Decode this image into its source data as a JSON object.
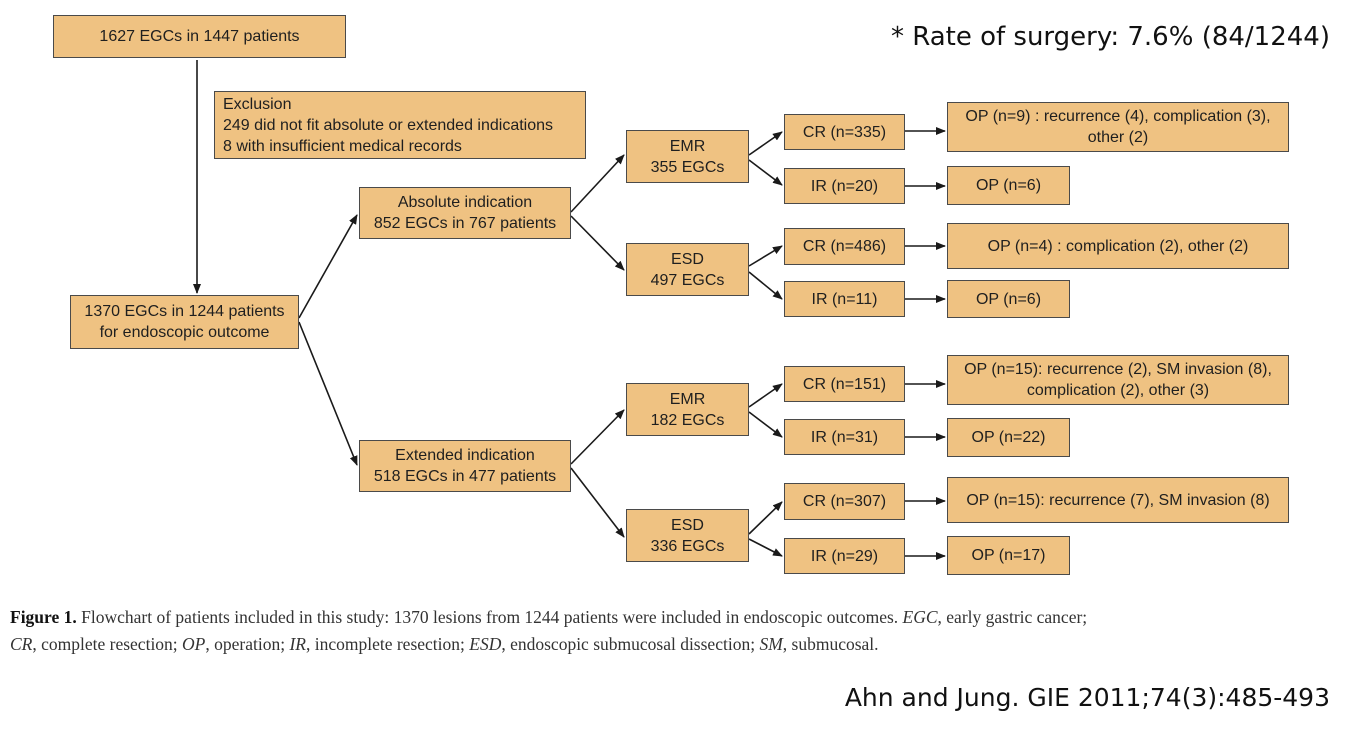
{
  "rate_of_surgery": "* Rate of surgery: 7.6% (84/1244)",
  "colors": {
    "box_fill": "#efc282",
    "box_border": "#4a4a4a",
    "arrow": "#1a1a1a"
  },
  "boxes": {
    "start": "1627 EGCs in 1447 patients",
    "exclusion": {
      "title": "Exclusion",
      "line1": "249 did not fit absolute or extended indications",
      "line2": "8 with insufficient medical records"
    },
    "endoscopic": {
      "line1": "1370 EGCs in 1244 patients",
      "line2": "for endoscopic outcome"
    },
    "absolute": {
      "line1": "Absolute indication",
      "line2": "852 EGCs in 767 patients"
    },
    "extended": {
      "line1": "Extended indication",
      "line2": "518 EGCs in 477 patients"
    },
    "abs_emr": {
      "line1": "EMR",
      "line2": "355 EGCs"
    },
    "abs_esd": {
      "line1": "ESD",
      "line2": "497 EGCs"
    },
    "ext_emr": {
      "line1": "EMR",
      "line2": "182 EGCs"
    },
    "ext_esd": {
      "line1": "ESD",
      "line2": "336 EGCs"
    },
    "abs_emr_cr": "CR (n=335)",
    "abs_emr_ir": "IR (n=20)",
    "abs_esd_cr": "CR (n=486)",
    "abs_esd_ir": "IR (n=11)",
    "ext_emr_cr": "CR (n=151)",
    "ext_emr_ir": "IR (n=31)",
    "ext_esd_cr": "CR (n=307)",
    "ext_esd_ir": "IR (n=29)",
    "op_abs_emr_cr": {
      "line1": "OP (n=9) : recurrence (4), complication (3),",
      "line2": "other (2)"
    },
    "op_abs_emr_ir": "OP (n=6)",
    "op_abs_esd_cr": "OP (n=4) : complication (2), other (2)",
    "op_abs_esd_ir": "OP (n=6)",
    "op_ext_emr_cr": {
      "line1": "OP (n=15): recurrence (2), SM invasion (8),",
      "line2": "complication (2), other (3)"
    },
    "op_ext_emr_ir": "OP (n=22)",
    "op_ext_esd_cr": "OP (n=15): recurrence (7), SM invasion (8)",
    "op_ext_esd_ir": "OP (n=17)"
  },
  "caption": {
    "label": "Figure 1.",
    "t1": " Flowchart of patients included in this study: 1370 lesions from 1244 patients were included in endoscopic outcomes. ",
    "egc_abbr": "EGC",
    "egc_def": ", early gastric cancer;",
    "cr_abbr": "CR",
    "cr_def": ", complete resection; ",
    "op_abbr": "OP",
    "op_def": ", operation; ",
    "ir_abbr": "IR",
    "ir_def": ", incomplete resection; ",
    "esd_abbr": "ESD",
    "esd_def": ", endoscopic submucosal dissection; ",
    "sm_abbr": "SM",
    "sm_def": ", submucosal."
  },
  "citation": "Ahn and Jung. GIE 2011;74(3):485-493"
}
